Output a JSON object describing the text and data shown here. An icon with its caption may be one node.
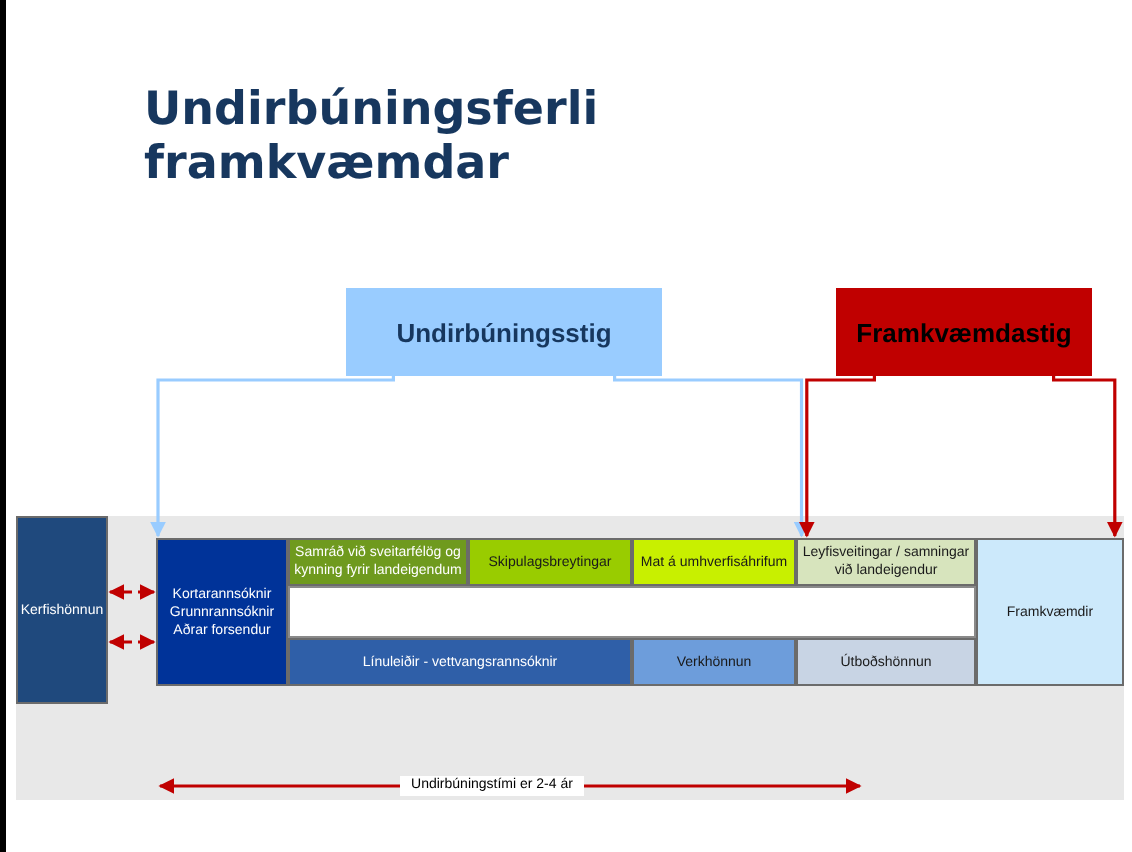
{
  "diagram": {
    "title": "Undirbúningsferli framkvæmdar",
    "nodes": [
      {
        "text": [
          "Undirbúningsstig"
        ]
      },
      {
        "text": [
          "Framkvæmdastig"
        ]
      },
      {
        "text": [
          "Kerfishönnun"
        ]
      },
      {
        "text": [
          "Kortarannsóknir Grunnrannsóknir Aðrar forsendur"
        ]
      },
      {
        "text": [
          "Samráð við sveitarfélög og kynning fyrir landeigendum"
        ]
      },
      {
        "text": [
          "Skipulagsbreytingar"
        ]
      },
      {
        "text": [
          "Mat á umhverfisáhrifum"
        ]
      },
      {
        "text": [
          "Leyfisveitingar / samningar við landeigendur"
        ]
      },
      {
        "text": [
          "Framkvæmdir"
        ]
      },
      {
        "text": [
          "Línuleiðir - vettvangsrannsóknir"
        ]
      },
      {
        "text": [
          "Verkhönnun"
        ]
      },
      {
        "text": [
          "Útboðshönnun"
        ]
      }
    ],
    "edges": [
      {
        "from": 0,
        "to": 3,
        "arrow": "to",
        "color": "#99ccff"
      },
      {
        "from": 0,
        "to": 7,
        "arrow": "to",
        "color": "#99ccff"
      },
      {
        "from": 1,
        "to": 7,
        "arrow": "to"
      },
      {
        "from": 1,
        "to": 8,
        "arrow": "to"
      },
      {
        "from": 2,
        "to": 3,
        "arrow": "both",
        "style": "dashed"
      },
      {
        "from": 2,
        "to": 3,
        "arrow": "both",
        "style": "dashed"
      }
    ],
    "labels": [
      "Undirbúningstími er 2-4 ár"
    ]
  }
}
